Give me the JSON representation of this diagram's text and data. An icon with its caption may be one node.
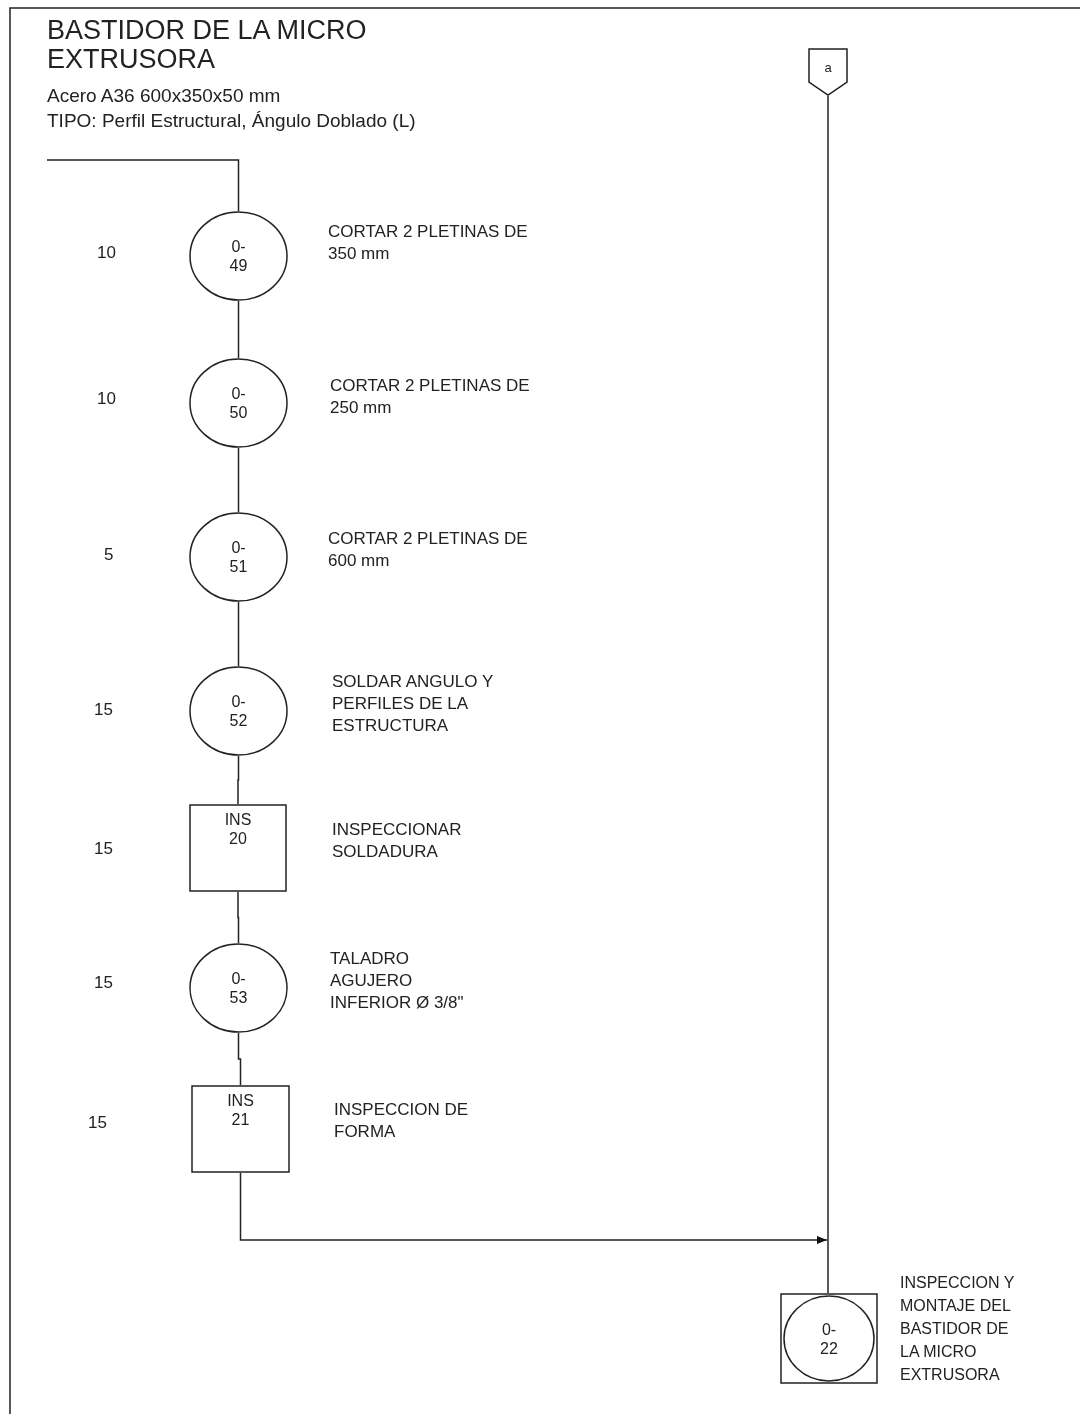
{
  "diagram": {
    "title": "BASTIDOR DE LA MICRO EXTRUSORA",
    "nodes": [
      {
        "text": [
          "a"
        ]
      },
      {
        "text": [
          "0- 49"
        ],
        "beside": [
          "CORTAR 2 PLETINAS DE 350 mm"
        ]
      },
      {
        "text": [
          "0- 50"
        ],
        "beside": [
          "CORTAR 2 PLETINAS DE 250 mm"
        ]
      },
      {
        "text": [
          "0- 51"
        ],
        "beside": [
          "CORTAR 2 PLETINAS DE 600 mm"
        ]
      },
      {
        "text": [
          "0- 52"
        ],
        "beside": [
          "SOLDAR ANGULO Y PERFILES DE LA ESTRUCTURA"
        ]
      },
      {
        "text": [
          "INS 20"
        ],
        "beside": [
          "INSPECCIONAR SOLDADURA"
        ]
      },
      {
        "text": [
          "0- 53"
        ],
        "beside": [
          "TALADRO AGUJERO INFERIOR Ø 3/8\""
        ]
      },
      {
        "text": [
          "INS 21"
        ],
        "beside": [
          "INSPECCION DE FORMA"
        ]
      },
      {
        "text": [
          "0- 22"
        ],
        "beside": [
          "INSPECCION Y MONTAJE DEL BASTIDOR DE LA MICRO EXTRUSORA"
        ]
      }
    ],
    "edges": [
      {
        "from": null,
        "to": 1,
        "arrow": "none"
      },
      {
        "from": 1,
        "to": 2,
        "arrow": "none"
      },
      {
        "from": 2,
        "to": 3,
        "arrow": "none"
      },
      {
        "from": 3,
        "to": 4,
        "arrow": "none"
      },
      {
        "from": 4,
        "to": 5,
        "arrow": "none"
      },
      {
        "from": 5,
        "to": 6,
        "arrow": "none"
      },
      {
        "from": 6,
        "to": 7,
        "arrow": "none"
      },
      {
        "from": 7,
        "to": 8,
        "arrow": "to"
      },
      {
        "from": 0,
        "to": 8,
        "arrow": "none"
      }
    ],
    "labels": [
      "Acero A36 600x350x50  mm",
      "TIPO: Perfil Estructural, Ángulo Doblado (L)",
      "10",
      "10",
      "5",
      "15",
      "15",
      "15",
      "15"
    ]
  }
}
